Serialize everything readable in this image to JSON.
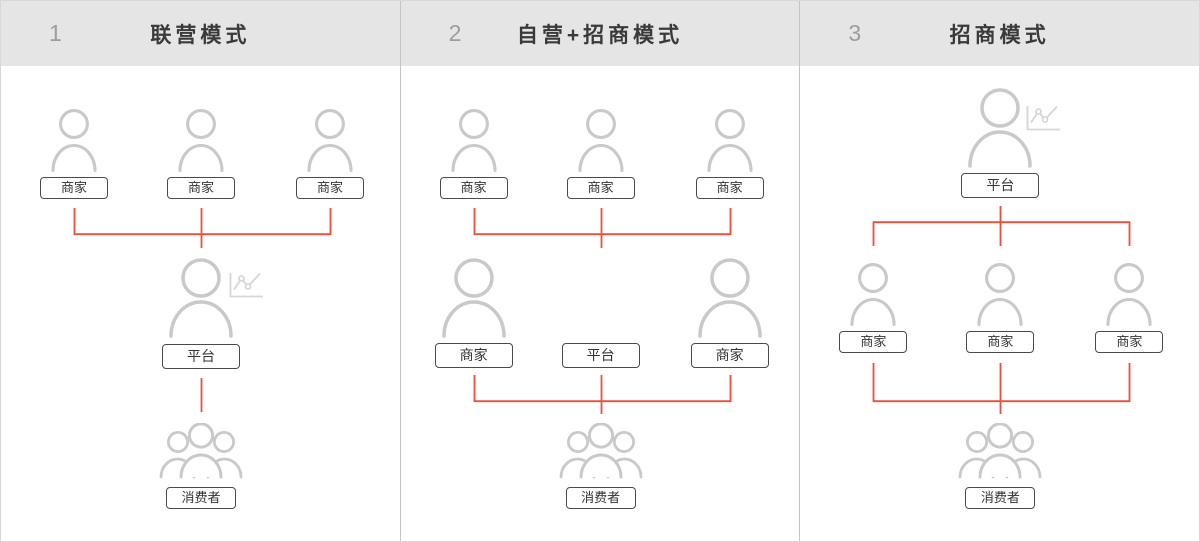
{
  "panels": [
    {
      "number": "1",
      "title": "联营模式",
      "top_row": [
        "商家",
        "商家",
        "商家"
      ],
      "middle_row": [
        "平台"
      ],
      "bottom": "消费者"
    },
    {
      "number": "2",
      "title": "自营+招商模式",
      "top_row": [
        "商家",
        "商家",
        "商家"
      ],
      "middle_row": [
        "商家",
        "平台",
        "商家"
      ],
      "bottom": "消费者"
    },
    {
      "number": "3",
      "title": "招商模式",
      "top_row": [
        "平台"
      ],
      "middle_row": [
        "商家",
        "商家",
        "商家"
      ],
      "bottom": "消费者"
    }
  ],
  "icons": {
    "person": "person-icon",
    "people_group": "people-group-icon",
    "chart": "line-chart-icon"
  },
  "colors": {
    "connector_red": "#ee4e3a",
    "icon_gray": "#c9c9c9",
    "chart_icon_gray": "#d6d6d6",
    "header_bg": "#e5e5e5",
    "header_number": "#9d9d9d",
    "title_text": "#3a3a3a",
    "label_border": "#4a4a4a",
    "label_text": "#333333",
    "panel_divider": "#c5c5c5",
    "outer_border": "#d8d8d8"
  }
}
